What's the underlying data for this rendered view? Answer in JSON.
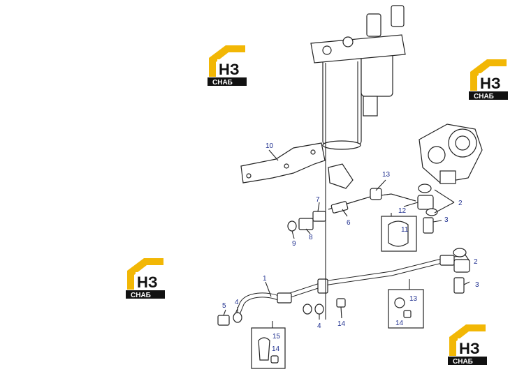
{
  "watermark": {
    "big": "НЗ",
    "small": "СНАБ",
    "accent": "#f2b705"
  },
  "callouts": {
    "c1": "1",
    "c2a": "2",
    "c2b": "2",
    "c3a": "3",
    "c3b": "3",
    "c4a": "4",
    "c4b": "4",
    "c5": "5",
    "c6": "6",
    "c7": "7",
    "c8": "8",
    "c9": "9",
    "c10": "10",
    "c11": "11",
    "c12": "12",
    "c13a": "13",
    "c13b": "13",
    "c14a": "14",
    "c14b": "14",
    "c14c": "14",
    "c15": "15"
  },
  "colors": {
    "callout": "#1f2f8f",
    "line": "#222222"
  }
}
